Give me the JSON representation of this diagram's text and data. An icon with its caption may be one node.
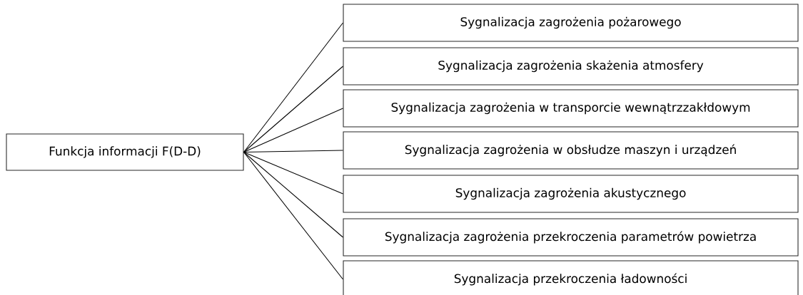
{
  "diagram": {
    "nodes": [
      {
        "text": [
          "Funkcja informacji F(D-D)"
        ]
      },
      {
        "text": [
          "Sygnalizacja zagrożenia pożarowego"
        ]
      },
      {
        "text": [
          "Sygnalizacja zagrożenia skażenia atmosfery"
        ]
      },
      {
        "text": [
          "Sygnalizacja zagrożenia w transporcie wewnątrzzakłdowym"
        ]
      },
      {
        "text": [
          "Sygnalizacja zagrożenia w obsłudze maszyn i urządzeń"
        ]
      },
      {
        "text": [
          "Sygnalizacja zagrożenia akustycznego"
        ]
      },
      {
        "text": [
          "Sygnalizacja zagrożenia przekroczenia parametrów powietrza"
        ]
      },
      {
        "text": [
          "Sygnalizacja przekroczenia ładowności"
        ]
      }
    ],
    "edges": [
      {
        "from": 0,
        "to": 1,
        "arrow": "none"
      },
      {
        "from": 0,
        "to": 2,
        "arrow": "none"
      },
      {
        "from": 0,
        "to": 3,
        "arrow": "none"
      },
      {
        "from": 0,
        "to": 4,
        "arrow": "none"
      },
      {
        "from": 0,
        "to": 5,
        "arrow": "none"
      },
      {
        "from": 0,
        "to": 6,
        "arrow": "none"
      },
      {
        "from": 0,
        "to": 7,
        "arrow": "none"
      }
    ]
  }
}
